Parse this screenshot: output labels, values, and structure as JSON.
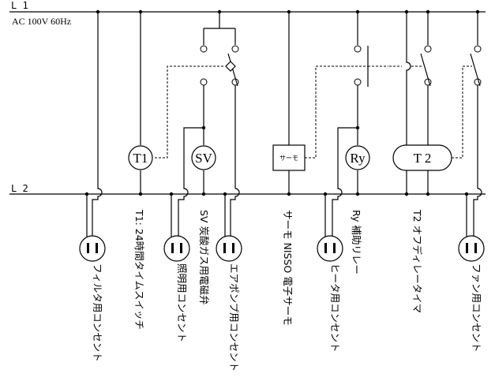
{
  "rails": {
    "l1": "L 1",
    "l2": "L 2",
    "supply": "AC 100V 60Hz"
  },
  "components": {
    "t1": "T1",
    "sv": "SV",
    "thermo": "サーモ",
    "ry": "Ry",
    "t2": "T 2"
  },
  "labels": {
    "filter": "フィルタ用コンセント",
    "t1_desc": "T1: 24時間タイムスイッチ",
    "light": "照明用コンセント",
    "sv_desc": "SV 炭酸ガス用電磁弁",
    "airpump": "エアポンプ用コンセント",
    "thermo_desc": "サーモ NISSO 電子サーモ",
    "heater": "ヒータ用コンセント",
    "ry_desc": "Ry 補助リレー",
    "t2_desc": "T2 オフディレータイマ",
    "fan": "ファン用コンセント"
  }
}
